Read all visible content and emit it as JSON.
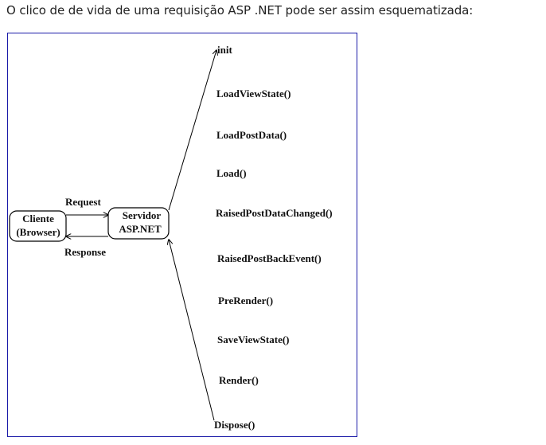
{
  "caption": "O clico de de vida de uma requisição ASP .NET pode ser assim esquematizada:",
  "diagram": {
    "client": {
      "line1": "Cliente",
      "line2": "(Browser)"
    },
    "server": {
      "line1": "Servidor",
      "line2": "ASP.NET"
    },
    "request_label": "Request",
    "response_label": "Response",
    "lifecycle": [
      "init",
      "LoadViewState()",
      "LoadPostData()",
      "Load()",
      "RaisedPostDataChanged()",
      "RaisedPostBackEvent()",
      "PreRender()",
      "SaveViewState()",
      "Render()",
      "Dispose()"
    ],
    "colors": {
      "frame_border": "#1a1aa8",
      "stroke": "#000000"
    }
  }
}
